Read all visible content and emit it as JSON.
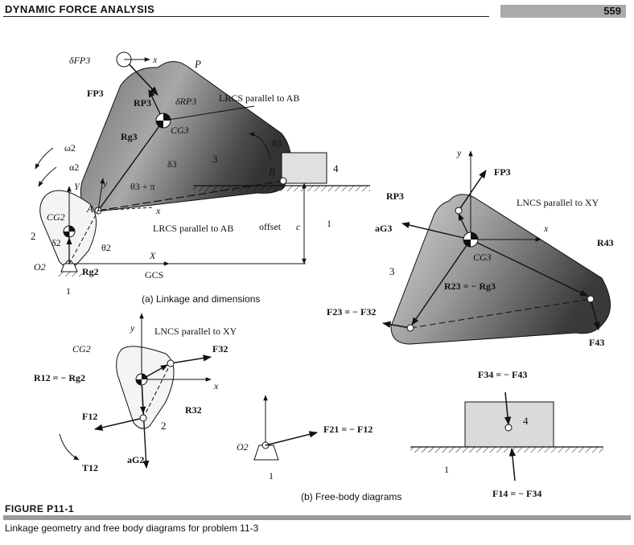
{
  "header": {
    "title": "DYNAMIC FORCE ANALYSIS",
    "page_number": "559"
  },
  "figure": {
    "label": "FIGURE P11-1",
    "caption": "Linkage geometry and free body diagrams for problem 11-3",
    "sub_a": "(a) Linkage and dimensions",
    "sub_b": "(b) Free-body diagrams"
  },
  "linkage": {
    "delta_fp3": "δFP3",
    "x_top": "x",
    "p": "P",
    "f_p3": "FP3",
    "r_p3": "RP3",
    "delta_rp3": "δRP3",
    "lrcs_ab_top": "LRCS parallel to AB",
    "cg3": "CG3",
    "r_g3": "Rg3",
    "theta3_top": "θ3",
    "delta3": "δ3",
    "link3": "3",
    "link4": "4",
    "b": "B",
    "omega2": "ω2",
    "alpha2": "α2",
    "y_big": "Y",
    "y_small": "y",
    "theta3_pi": "θ3 + π",
    "cg2": "CG2",
    "a": "A",
    "x_small": "x",
    "link2": "2",
    "delta2": "δ2",
    "theta2": "θ2",
    "lrcs_ab_bottom": "LRCS parallel to AB",
    "offset": "offset",
    "c": "c",
    "link1_right": "1",
    "o2": "O2",
    "x_big": "X",
    "r_g2": "Rg2",
    "gcs": "GCS",
    "link1_bottom": "1"
  },
  "fbd3": {
    "y": "y",
    "f_p3": "FP3",
    "r_p3": "RP3",
    "lncs": "LNCS parallel to XY",
    "a_g3": "aG3",
    "x": "x",
    "r43": "R43",
    "cg3": "CG3",
    "link3": "3",
    "r23": "R23 = − Rg3",
    "f23": "F23 = − F32",
    "f43": "F43"
  },
  "fbd2": {
    "y": "y",
    "lncs": "LNCS parallel to XY",
    "cg2": "CG2",
    "f32": "F32",
    "r12": "R12 = − Rg2",
    "x": "x",
    "r32": "R32",
    "f12": "F12",
    "link2": "2",
    "t12": "T12",
    "a_g2": "aG2"
  },
  "fbd1": {
    "o2": "O2",
    "f21": "F21 = − F12",
    "link1": "1"
  },
  "fbd4": {
    "f34": "F34 = − F43",
    "link4": "4",
    "link1": "1",
    "f14": "F14 = − F34"
  },
  "colors": {
    "link3_dark": "#3a3a3a",
    "link3_light": "#cfcfcf",
    "block": "#d9d9d9",
    "band": "#9b9b9b"
  }
}
